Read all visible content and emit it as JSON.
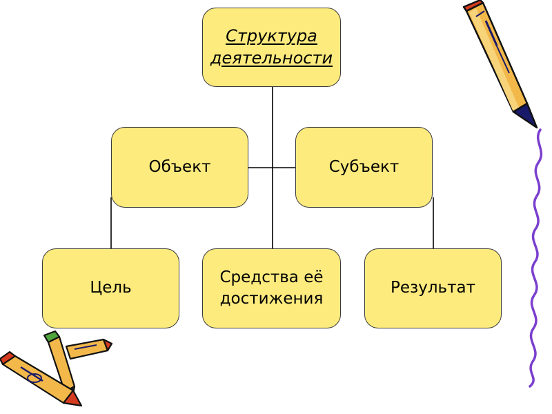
{
  "diagram": {
    "title": "Структура\nдеятельности",
    "level1": [
      "Объект",
      "Субъект"
    ],
    "level2": [
      "Цель",
      "Средства её\nдостижения",
      "Результат"
    ]
  },
  "colors": {
    "box_fill": "#fdeb7e",
    "box_border": "#3a3a3a",
    "connector": "#000000",
    "pencil_body": "#f2b84a",
    "pencil_accent": "#d43b1f",
    "wavy_line": "#7b3fcf"
  },
  "icons": [
    "pencil-icon",
    "pencil-group-icon",
    "wavy-line-decoration"
  ]
}
